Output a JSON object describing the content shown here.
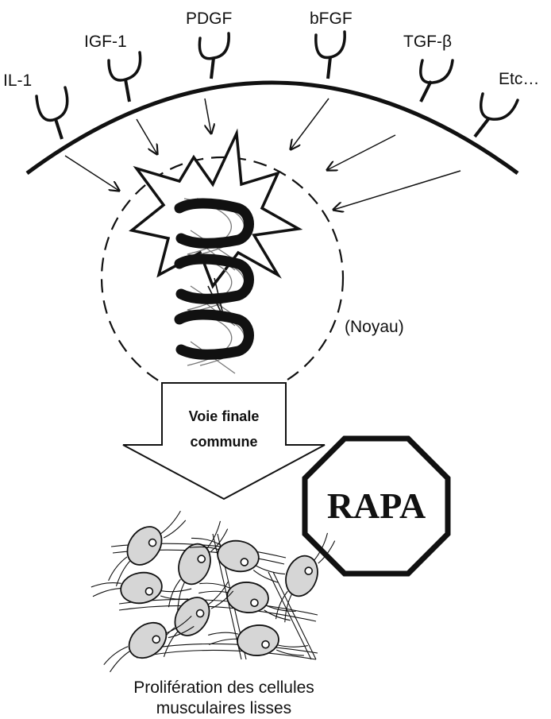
{
  "receptors": [
    {
      "label": "IL-1"
    },
    {
      "label": "IGF-1"
    },
    {
      "label": "PDGF"
    },
    {
      "label": "bFGF"
    },
    {
      "label": "TGF-β"
    },
    {
      "label": "Etc…"
    }
  ],
  "nucleus_label": "(Noyau)",
  "pathway_label_line1": "Voie finale",
  "pathway_label_line2": "commune",
  "drug_label": "RAPA",
  "result_line1": "Prolifération des cellules",
  "result_line2": "musculaires lisses",
  "colors": {
    "ink": "#111111",
    "cell_fill": "#d6d6d6",
    "background": "#ffffff"
  }
}
